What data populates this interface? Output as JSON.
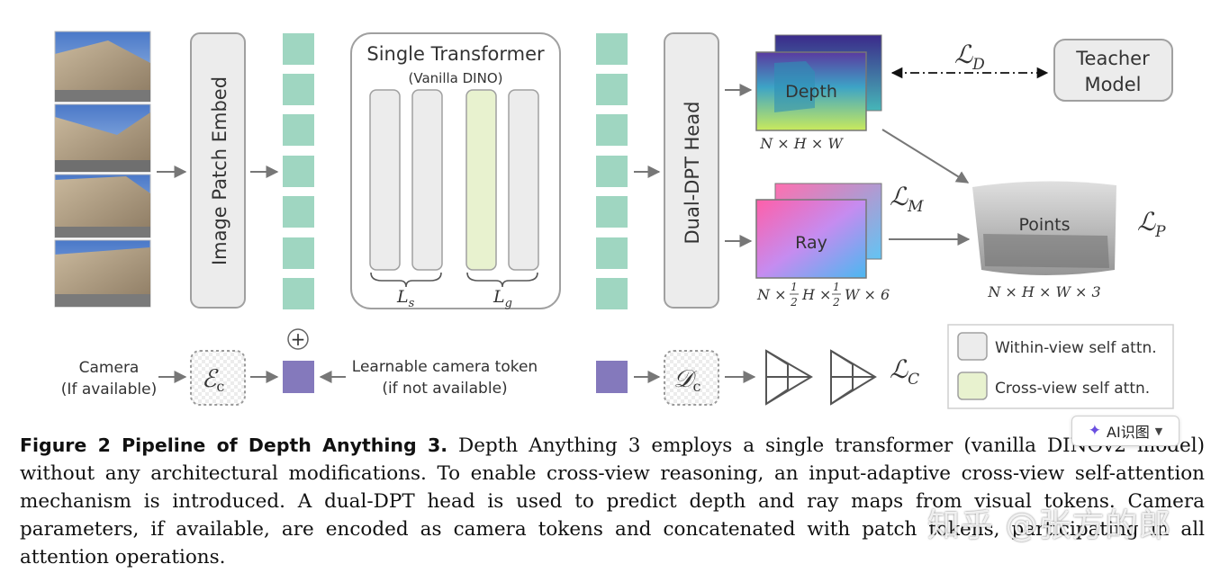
{
  "diagram": {
    "image_patch_embed": "Image Patch Embed",
    "transformer_title": "Single Transformer",
    "transformer_subtitle": "(Vanilla DINO)",
    "loss_s": "L",
    "loss_s_sub": "s",
    "loss_g": "L",
    "loss_g_sub": "g",
    "head": "Dual-DPT Head",
    "depth_label": "Depth",
    "depth_dims": "N × H × W",
    "ray_label": "Ray",
    "ray_dims_prefix": "N ×",
    "ray_dims_mid1": "H ×",
    "ray_dims_mid2": "W × 6",
    "frac_num": "1",
    "frac_den": "2",
    "loss_d": "ℒ",
    "loss_d_sub": "D",
    "teacher_line1": "Teacher",
    "teacher_line2": "Model",
    "loss_m": "ℒ",
    "loss_m_sub": "M",
    "points_label": "Points",
    "points_dims": "N × H × W × 3",
    "loss_p": "ℒ",
    "loss_p_sub": "P",
    "camera_line1": "Camera",
    "camera_line2": "(If available)",
    "enc_symbol": "ℰ",
    "enc_sub": "c",
    "plus": "+",
    "learnable_line1": "Learnable camera token",
    "learnable_line2": "(if not available)",
    "dec_symbol": "𝒟",
    "dec_sub": "c",
    "loss_c": "ℒ",
    "loss_c_sub": "C",
    "legend_within": "Within-view self attn.",
    "legend_cross": "Cross-view self attn."
  },
  "colors": {
    "token_green": "#9fd6c1",
    "camera_token": "#8479bc",
    "block_gray": "#ececec",
    "block_green": "#e8f2cf",
    "depth_gradient": [
      "#7b3fa0",
      "#3da4c6",
      "#c9ea5c"
    ],
    "ray_gradient": [
      "#ff5fa8",
      "#c58cf0",
      "#5fc8f5"
    ]
  },
  "caption": {
    "title": "Figure 2  Pipeline of Depth Anything 3.",
    "body": "Depth Anything 3 employs a single transformer (vanilla DINOv2 model) without any architectural modifications. To enable cross-view reasoning, an input-adaptive cross-view self-attention mechanism is introduced. A dual-DPT head is used to predict depth and ray maps from visual tokens. Camera parameters, if available, are encoded as camera tokens and concatenated with patch tokens, participating in all attention operations."
  },
  "overlay": {
    "ai_badge": "AI识图",
    "watermark": "知乎 @张方的郎"
  }
}
